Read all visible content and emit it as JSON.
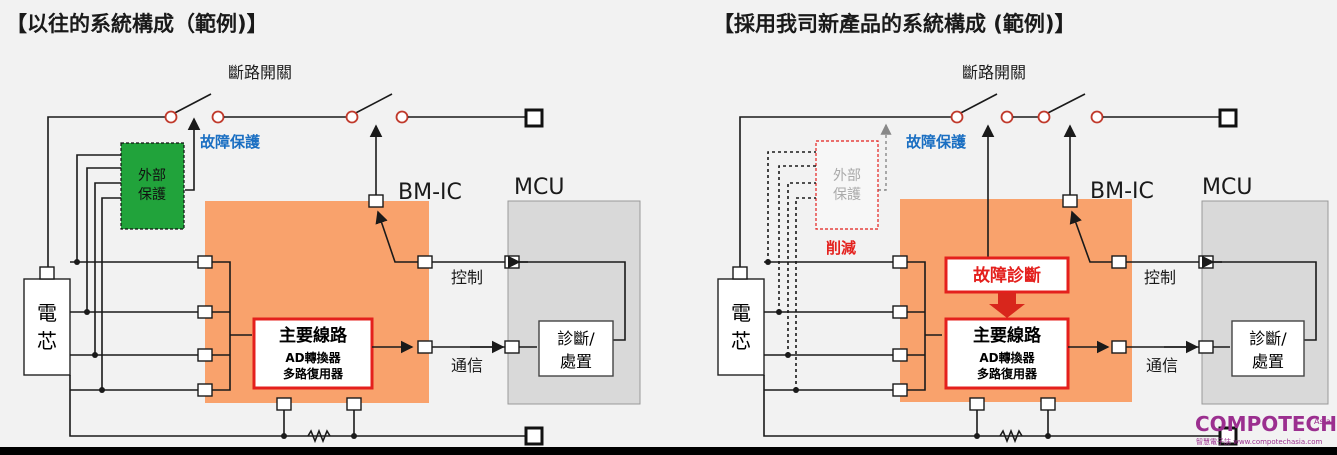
{
  "left": {
    "title": "【以往的系統構成（範例)】",
    "breaker": "斷路開關",
    "fault_protection": "故障保護",
    "external_protection": [
      "外部",
      "保護"
    ],
    "cell": [
      "電",
      "芯"
    ],
    "bm_ic": "BM-IC",
    "mcu": "MCU",
    "main_circuit": "主要線路",
    "ad_converter": "AD轉換器",
    "multiplexer": "多路復用器",
    "control": "控制",
    "communication": "通信",
    "diagnosis": [
      "診斷/",
      "處置"
    ]
  },
  "right": {
    "title": "【採用我司新產品的系統構成 (範例)】",
    "breaker": "斷路開關",
    "fault_protection": "故障保護",
    "external_protection": [
      "外部",
      "保護"
    ],
    "reduced": "削減",
    "fault_diagnosis": "故障診斷",
    "cell": [
      "電",
      "芯"
    ],
    "bm_ic": "BM-IC",
    "mcu": "MCU",
    "main_circuit": "主要線路",
    "ad_converter": "AD轉換器",
    "multiplexer": "多路復用器",
    "control": "控制",
    "communication": "通信",
    "diagnosis": [
      "診斷/",
      "處置"
    ]
  },
  "watermark": {
    "brand": "COMPOTECH",
    "suffix": "Asia",
    "tagline": "智慧電子誌 www.compotechasia.com"
  },
  "colors": {
    "bmic_fill": "#f9a26c",
    "mcu_fill": "#d9d9d9",
    "ext_protect_fill": "#21a33b",
    "accent_red": "#e4201d",
    "fault_blue": "#1b6fc2",
    "watermark": "#9b2f8f"
  }
}
